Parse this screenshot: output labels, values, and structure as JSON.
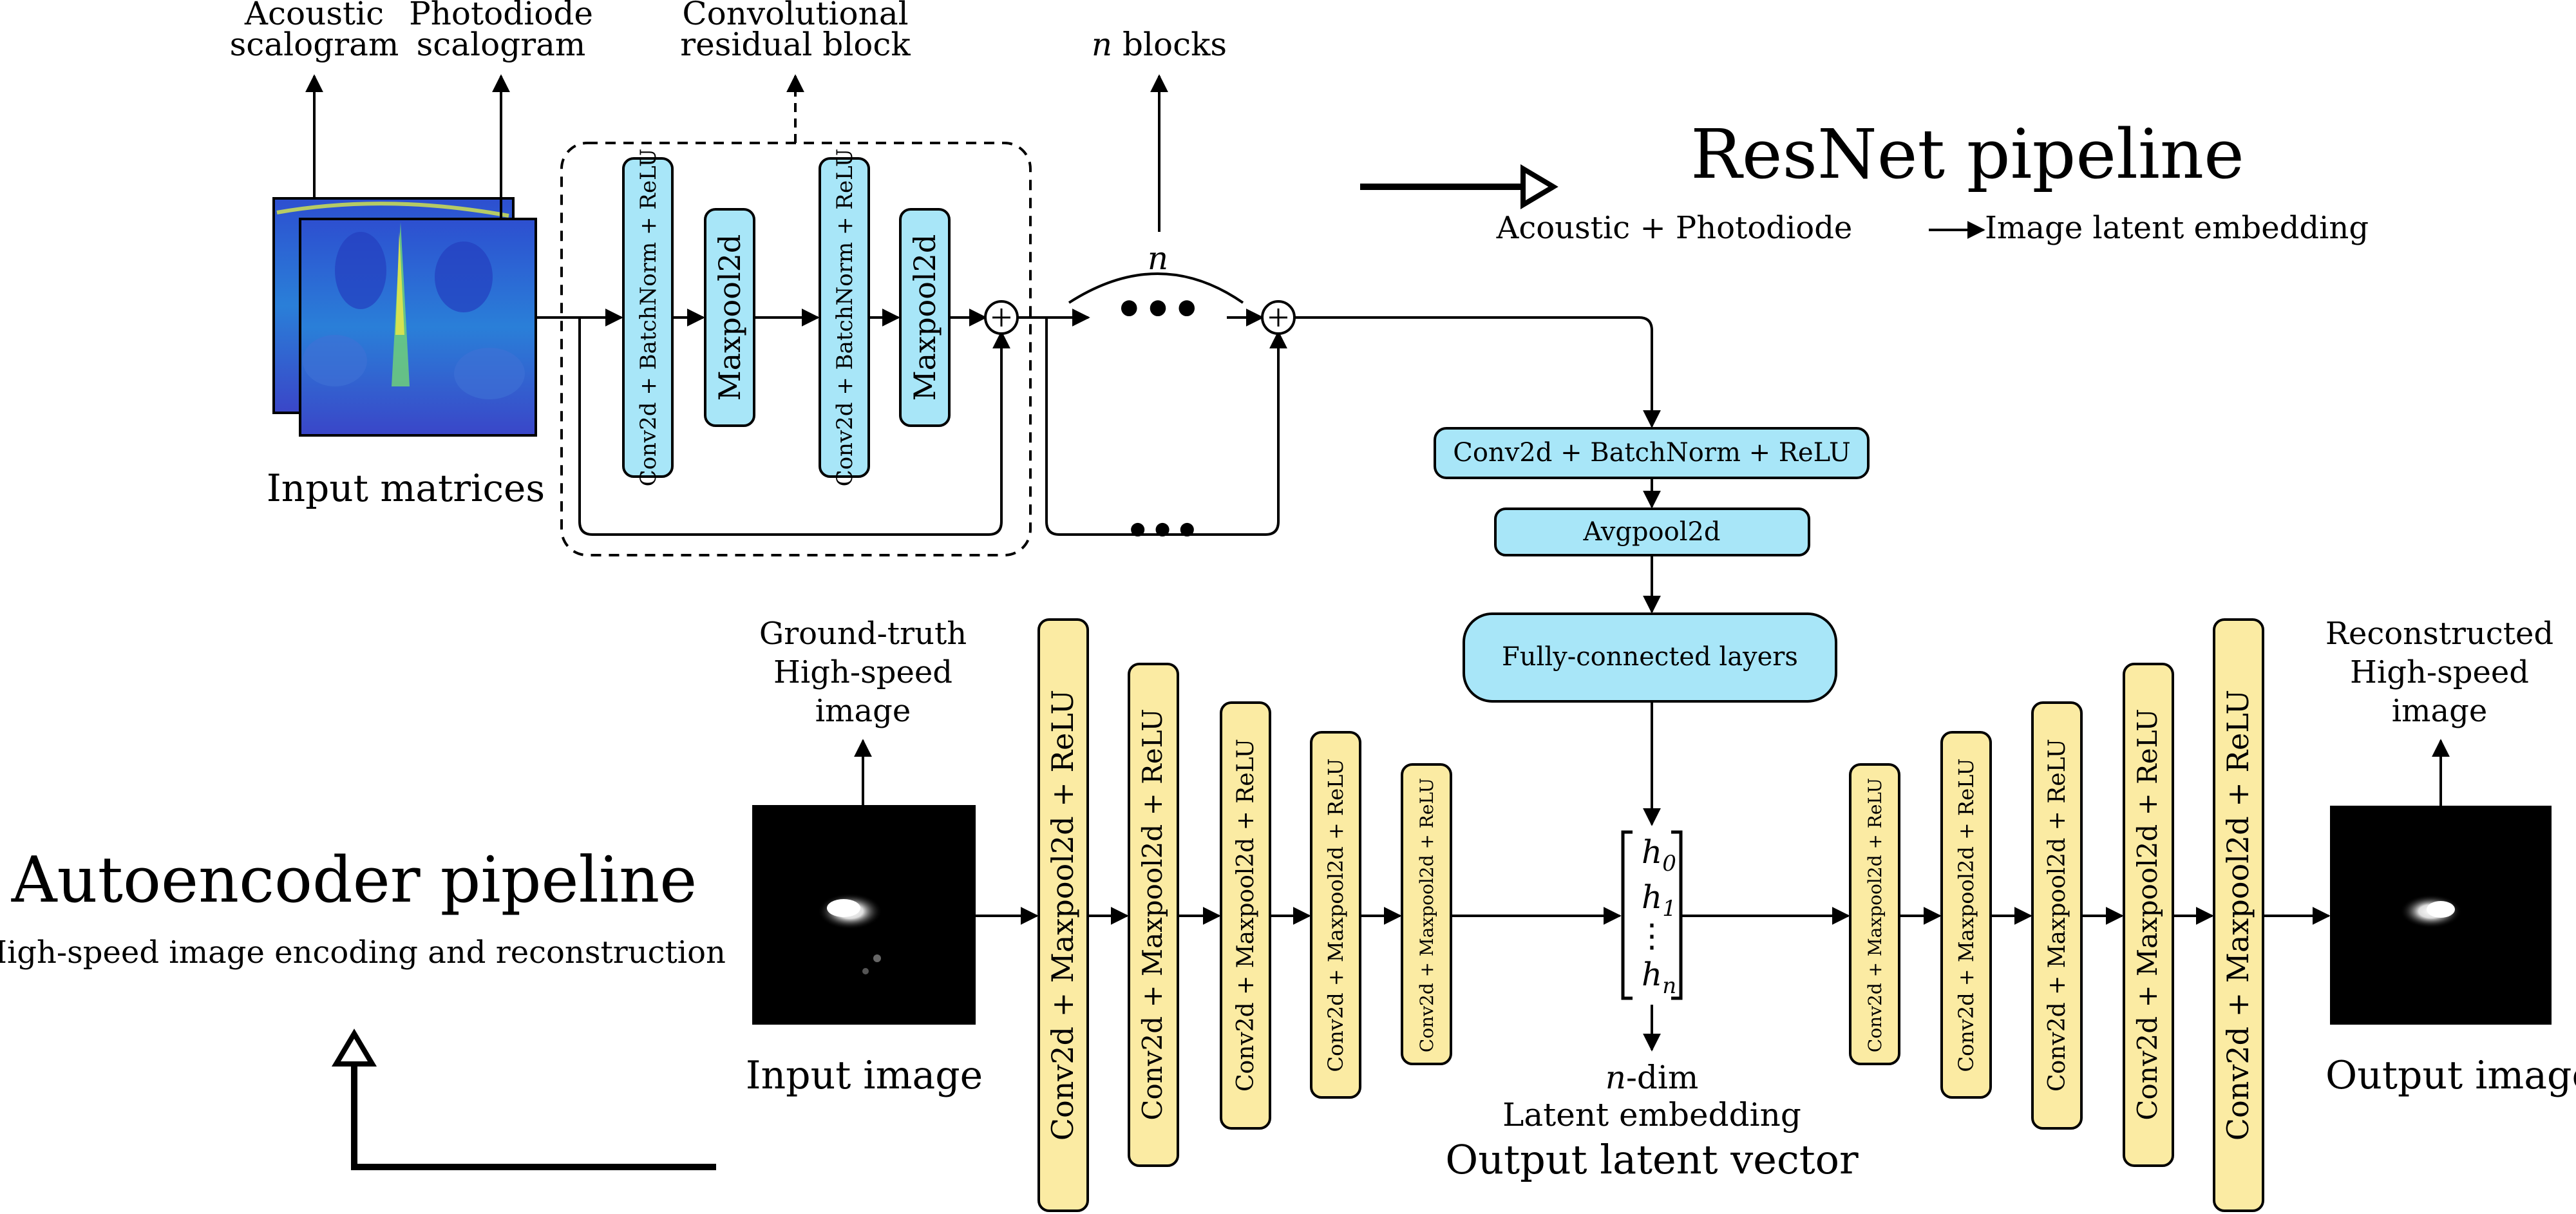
{
  "colors": {
    "resnet_box": "#a8e6f8",
    "autoencoder_box": "#fbeba3",
    "stroke": "#000000"
  },
  "resnet": {
    "title": "ResNet pipeline",
    "subtitle_left": "Acoustic + Photodiode",
    "subtitle_right": "Image latent embedding",
    "input_label": "Input matrices",
    "acoustic_label_1": "Acoustic",
    "acoustic_label_2": "scalogram",
    "photodiode_label_1": "Photodiode",
    "photodiode_label_2": "scalogram",
    "residual_label_1": "Convolutional",
    "residual_label_2": "residual block",
    "n_blocks_n": "n",
    "n_blocks_text": " blocks",
    "n_arc": "n",
    "blocks": [
      "Conv2d + BatchNorm + ReLU",
      "Maxpool2d",
      "Conv2d + BatchNorm + ReLU",
      "Maxpool2d"
    ],
    "head": {
      "conv": "Conv2d + BatchNorm + ReLU",
      "pool": "Avgpool2d",
      "fc": "Fully-connected layers"
    }
  },
  "autoencoder": {
    "title": "Autoencoder pipeline",
    "subtitle": "High-speed image encoding and reconstruction",
    "input_label": "Input image",
    "gt_label_1": "Ground-truth",
    "gt_label_2": "High-speed",
    "gt_label_3": "image",
    "output_label": "Output image",
    "rec_label_1": "Reconstructed",
    "rec_label_2": "High-speed",
    "rec_label_3": "image",
    "layer_label": "Conv2d + Maxpool2d + ReLU",
    "latent": {
      "h0": "h",
      "h0_sub": "0",
      "h1": "h",
      "h1_sub": "1",
      "dots": "⋮",
      "hn": "h",
      "hn_sub": "n",
      "dim_n": "n",
      "dim_text": "-dim",
      "embedding": "Latent embedding",
      "title": "Output latent vector"
    }
  }
}
